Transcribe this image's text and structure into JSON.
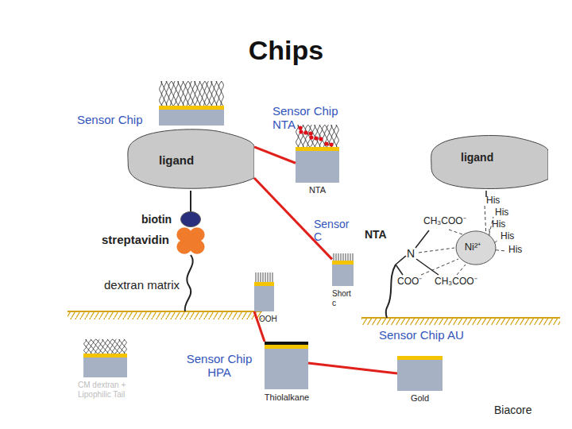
{
  "diagram": {
    "title": "Chips",
    "nodes": [
      {
        "text": [
          "Sensor Chip"
        ]
      },
      {
        "text": [
          "Sensor Chip NTA",
          "NTA"
        ]
      },
      {
        "text": [
          "ligand"
        ]
      },
      {
        "text": [
          "ligand"
        ]
      },
      {
        "text": [
          "biotin"
        ]
      },
      {
        "text": [
          "Sensor C",
          "Short c"
        ]
      },
      {
        "text": [
          "streptavidin"
        ]
      },
      {
        "text": [
          "Ni²⁺"
        ]
      },
      {
        "text": [
          "OOH"
        ]
      },
      {
        "text": [
          "CM dextran + Lipophilic Tail"
        ]
      },
      {
        "text": [
          "Sensor Chip HPA",
          "Thiolalkane"
        ]
      },
      {
        "text": [
          "Gold"
        ]
      }
    ],
    "edges": [
      {
        "from": 2,
        "to": 1,
        "arrow": "none"
      },
      {
        "from": 2,
        "to": 5,
        "arrow": "none"
      },
      {
        "from": 8,
        "to": 10,
        "arrow": "none"
      },
      {
        "from": 10,
        "to": 11,
        "arrow": "none"
      }
    ],
    "labels": [
      "dextran matrix",
      "NTA",
      "CH₃COO⁻",
      "N",
      "His",
      "His",
      "His",
      "His",
      "His",
      "COO⁻",
      "CH₃COO⁻",
      "Sensor Chip AU",
      "Biacore"
    ]
  }
}
